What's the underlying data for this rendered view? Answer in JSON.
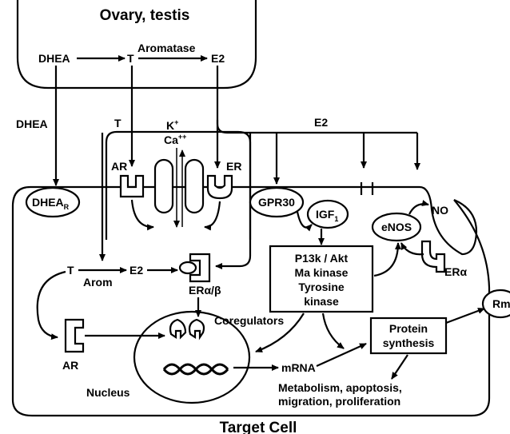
{
  "organ": {
    "title": "Ovary, testis",
    "dhea": "DHEA",
    "t": "T",
    "aromatase": "Aromatase",
    "e2": "E2"
  },
  "side_dhea": "DHEA",
  "side_t": "T",
  "side_e2": "E2",
  "ion_k": "K",
  "ion_k_sup": "+",
  "ion_ca": "Ca",
  "ion_ca_sup": "++",
  "ar_membrane": "AR",
  "er_membrane": "ER",
  "dhea_receptor": {
    "main": "DHEA",
    "sub": "R"
  },
  "gpr30": "GPR30",
  "igf1": {
    "main": "IGF",
    "sub": "1"
  },
  "no": "NO",
  "enos": "eNOS",
  "er_alpha": "ERα",
  "kinase_box": [
    "P13k / Akt",
    "Ma kinase",
    "Tyrosine",
    "kinase"
  ],
  "cytoplasm": {
    "t": "T",
    "arom": "Arom",
    "e2": "E2",
    "er_alpha_beta": "ERα/β"
  },
  "coregulators": "Coregulators",
  "ar_cytoplasm": "AR",
  "mrna": "mRNA",
  "protein_box": [
    "Protein",
    "synthesis"
  ],
  "rm": "Rm",
  "effects": [
    "Metabolism, apoptosis,",
    "migration, proliferation"
  ],
  "nucleus": "Nucleus",
  "target_cell": "Target Cell"
}
